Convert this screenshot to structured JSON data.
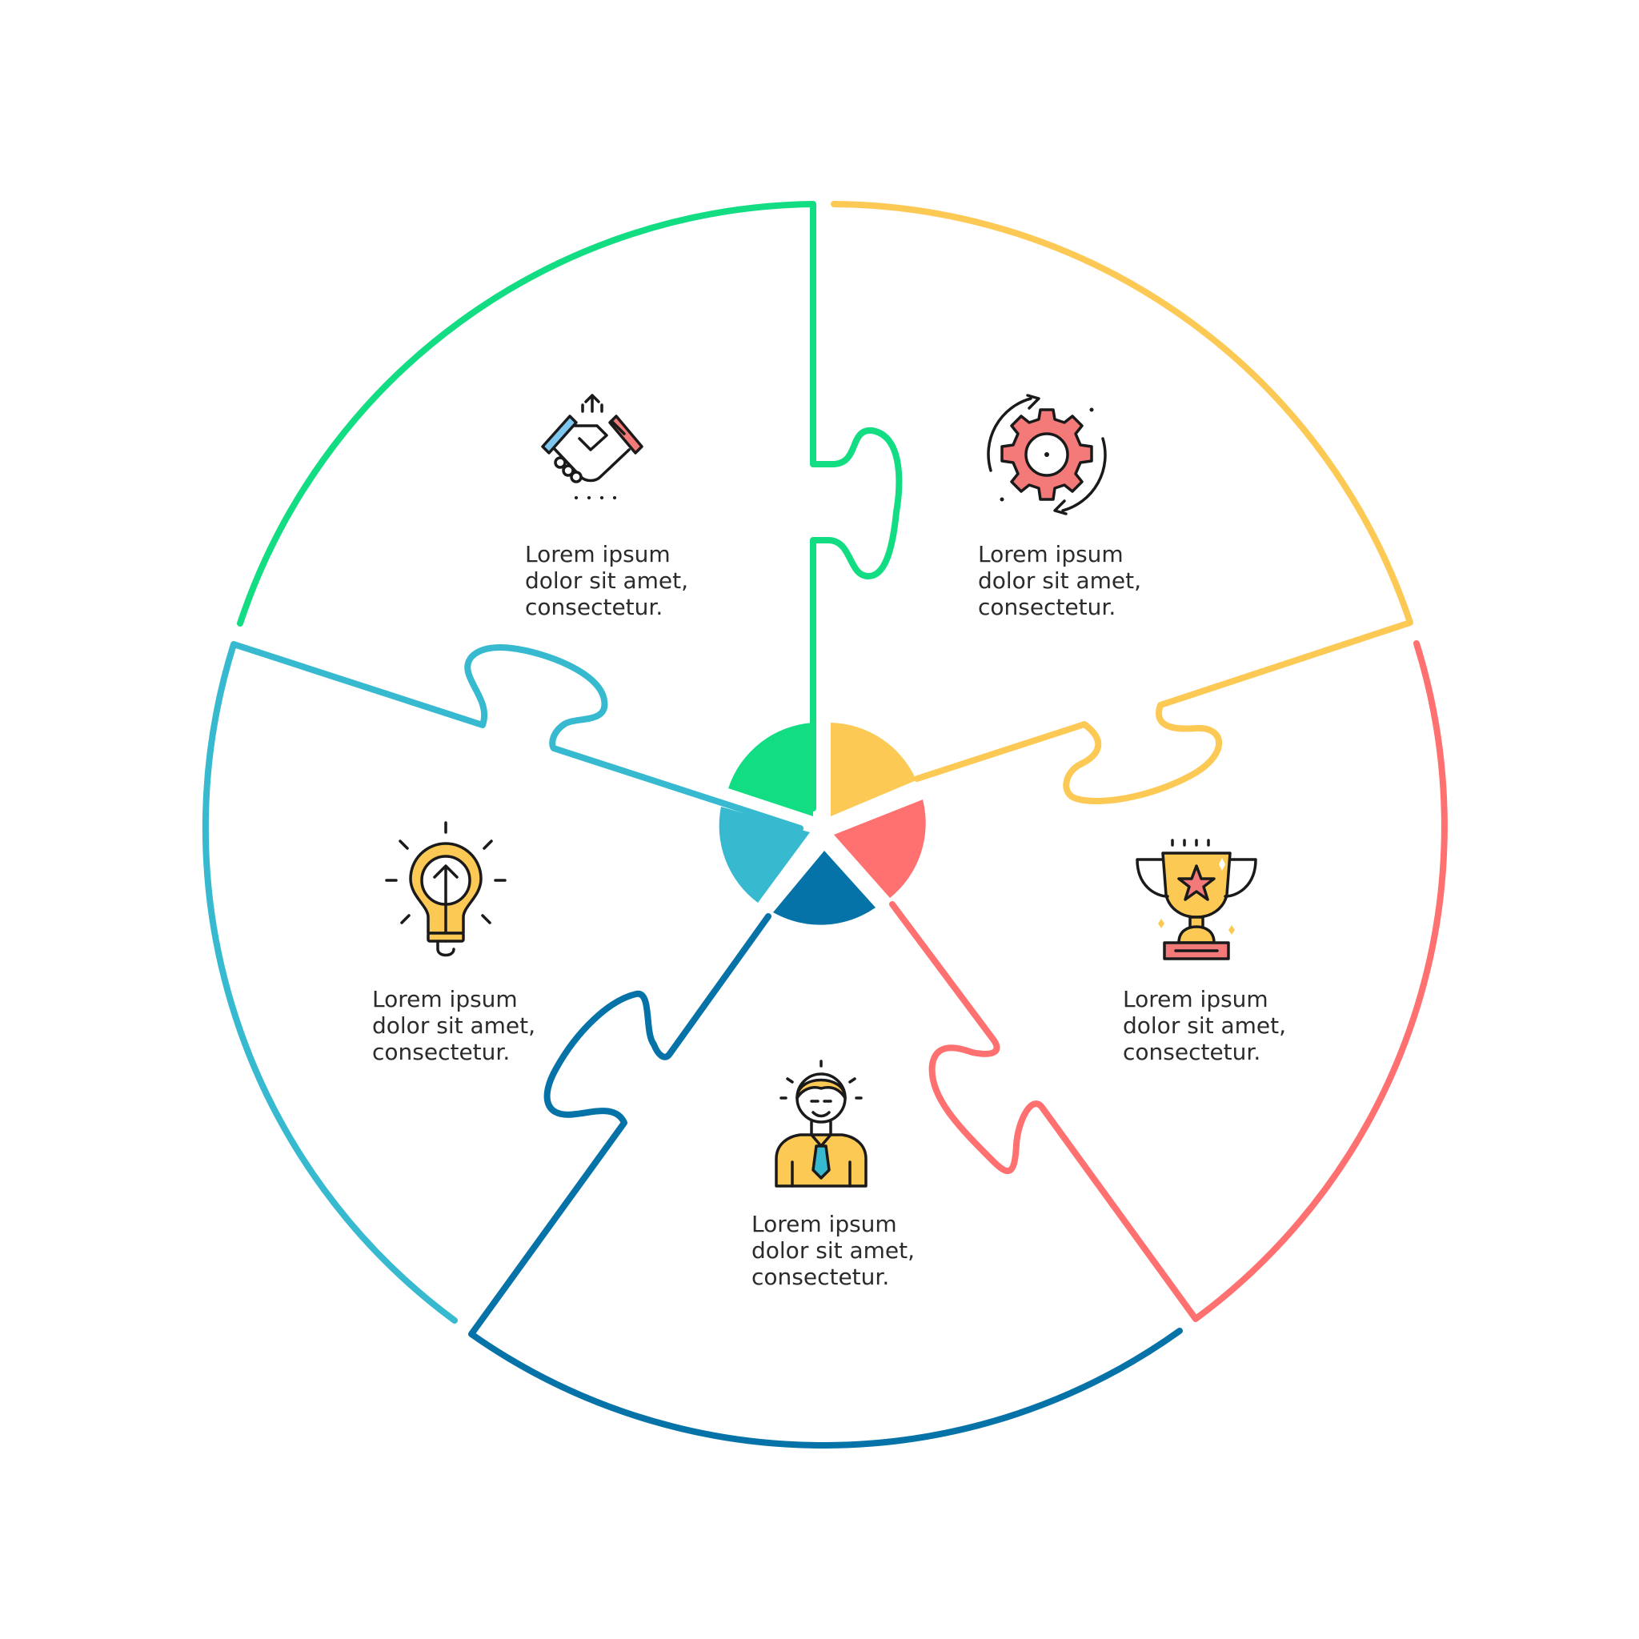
{
  "colors": {
    "green": "#12dd83",
    "yellow": "#fdc955",
    "red": "#fe7170",
    "blue": "#0673a8",
    "cyan": "#37bad0",
    "text": "#2b2b2b"
  },
  "pieces": [
    {
      "id": "green",
      "icon": "handshake-icon",
      "lines": [
        "Lorem ipsum",
        "dolor sit amet,",
        "consectetur."
      ]
    },
    {
      "id": "yellow",
      "icon": "gear-icon",
      "lines": [
        "Lorem ipsum",
        "dolor sit amet,",
        "consectetur."
      ]
    },
    {
      "id": "red",
      "icon": "trophy-icon",
      "lines": [
        "Lorem ipsum",
        "dolor sit amet,",
        "consectetur."
      ]
    },
    {
      "id": "blue",
      "icon": "businessman-icon",
      "lines": [
        "Lorem ipsum",
        "dolor sit amet,",
        "consectetur."
      ]
    },
    {
      "id": "cyan",
      "icon": "lightbulb-idea-icon",
      "lines": [
        "Lorem ipsum",
        "dolor sit amet,",
        "consectetur."
      ]
    }
  ]
}
